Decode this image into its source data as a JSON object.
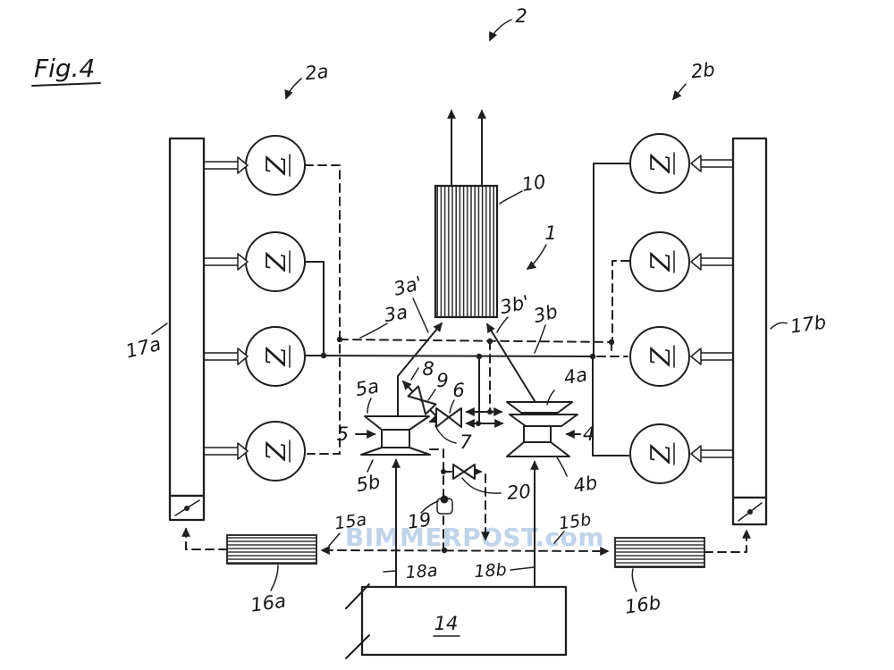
{
  "figure": {
    "title": "Fig.4",
    "watermark": "BIMMERPOST.com",
    "cylinder_symbol": "Z",
    "colors": {
      "ink": "#1f1f1f",
      "paper": "#ffffff",
      "watermark": "#b9cfe8"
    }
  },
  "labels": {
    "ref_2": "2",
    "ref_2a": "2a",
    "ref_2b": "2b",
    "ref_1": "1",
    "ref_10": "10",
    "ref_3a_prime": "3a'",
    "ref_3a": "3a",
    "ref_3b_prime": "3b'",
    "ref_3b": "3b",
    "ref_17a": "17a",
    "ref_17b": "17b",
    "ref_5a": "5a",
    "ref_5": "5",
    "ref_5b": "5b",
    "ref_4a": "4a",
    "ref_4": "4",
    "ref_4b": "4b",
    "ref_6": "6",
    "ref_7": "7",
    "ref_8": "8",
    "ref_9": "9",
    "ref_19": "19",
    "ref_20": "20",
    "ref_15a": "15a",
    "ref_15b": "15b",
    "ref_16a": "16a",
    "ref_16b": "16b",
    "ref_18a": "18a",
    "ref_18b": "18b",
    "ref_14": "14"
  }
}
